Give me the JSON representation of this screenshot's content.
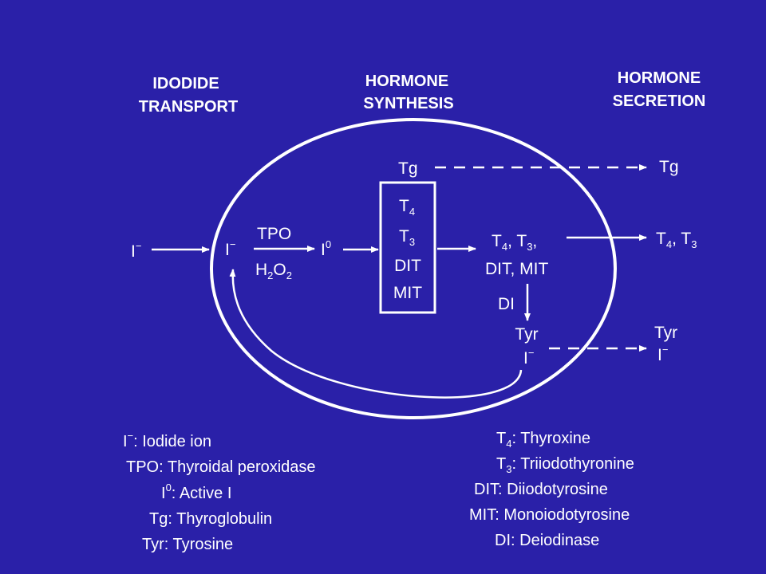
{
  "colors": {
    "background": "#2a20a8",
    "foreground": "#ffffff"
  },
  "headers": {
    "transport": [
      "IDODIDE",
      "TRANSPORT"
    ],
    "synthesis": [
      "HORMONE",
      "SYNTHESIS"
    ],
    "secretion": [
      "HORMONE",
      "SECRETION"
    ]
  },
  "diagram": {
    "iodide_outside": "I",
    "iodide_outside_sup": "−",
    "iodide_inside": "I",
    "iodide_inside_sup": "−",
    "tpo": "TPO",
    "h2o2_h": "H",
    "h2o2_sub": "2",
    "h2o2_o": "O",
    "h2o2_sub2": "2",
    "active_i": "I",
    "active_i_sup": "0",
    "tg": "Tg",
    "box": {
      "t4": "T",
      "t4_sub": "4",
      "t3": "T",
      "t3_sub": "3",
      "dit": "DIT",
      "mit": "MIT"
    },
    "products_line1": {
      "a": "T",
      "a_sub": "4",
      "b": ", T",
      "b_sub": "3",
      "c": ","
    },
    "products_line2": "DIT, MIT",
    "di": "DI",
    "tyr": "Tyr",
    "tyr_i": "I",
    "tyr_i_sup": "−",
    "out_tg": "Tg",
    "out_t": {
      "a": "T",
      "a_sub": "4",
      "b": ", T",
      "b_sub": "3"
    },
    "out_tyr": "Tyr",
    "out_i": "I",
    "out_i_sup": "−"
  },
  "legend_left": [
    {
      "term": "I",
      "sup": "−",
      "sep": ": ",
      "def": "Iodide ion"
    },
    {
      "term": "TPO",
      "sup": "",
      "sep": ": ",
      "def": "Thyroidal peroxidase"
    },
    {
      "term": "I",
      "sup": "0",
      "sep": ": ",
      "def": "Active I"
    },
    {
      "term": "Tg",
      "sup": "",
      "sep": ": ",
      "def": "Thyroglobulin"
    },
    {
      "term": "Tyr",
      "sup": "",
      "sep": ": ",
      "def": "Tyrosine"
    }
  ],
  "legend_right": [
    {
      "term": "T",
      "sub": "4",
      "sep": ": ",
      "def": "Thyroxine"
    },
    {
      "term": "T",
      "sub": "3",
      "sep": ": ",
      "def": "Triiodothyronine"
    },
    {
      "term": "DIT",
      "sub": "",
      "sep": ": ",
      "def": "Diiodotyrosine"
    },
    {
      "term": "MIT",
      "sub": "",
      "sep": ": ",
      "def": "Monoiodotyrosine"
    },
    {
      "term": "DI",
      "sub": "",
      "sep": ": ",
      "def": "Deiodinase"
    }
  ]
}
